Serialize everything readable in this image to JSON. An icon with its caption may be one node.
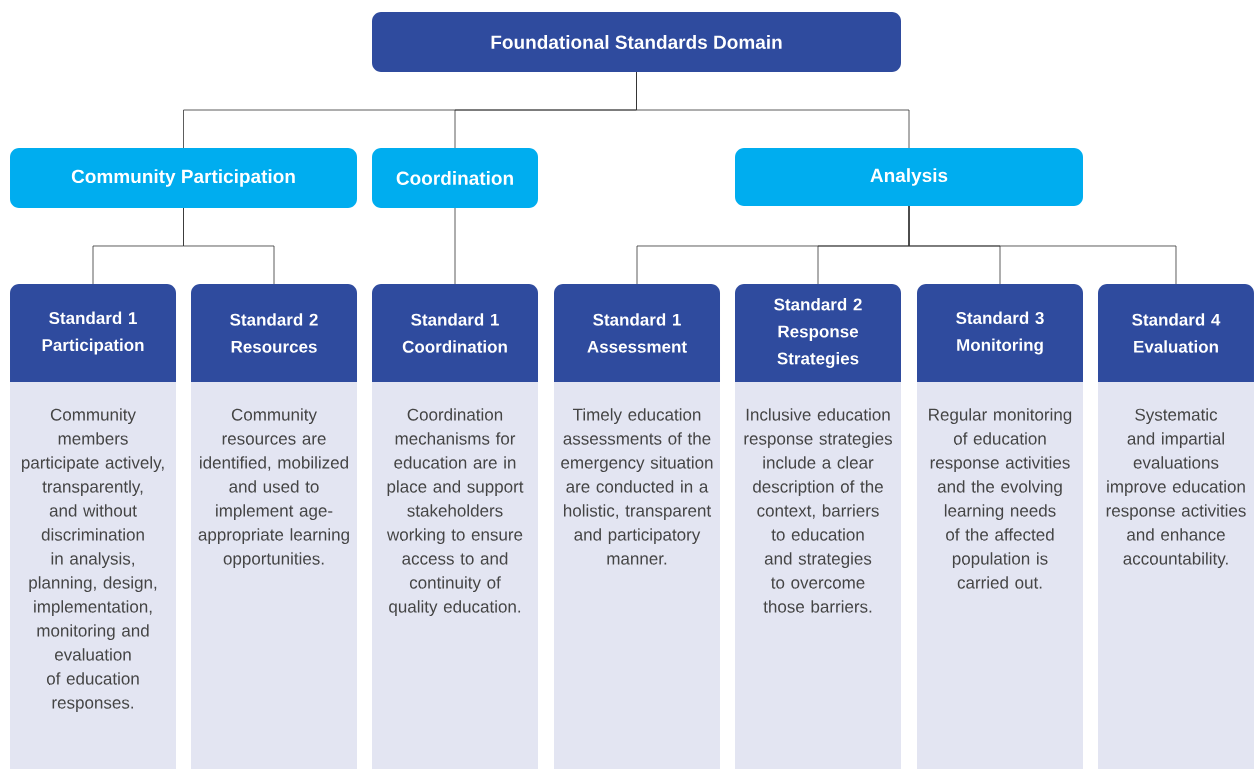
{
  "diagram": {
    "nodes": [
      {
        "text": [
          "Foundational Standards Domain"
        ]
      },
      {
        "text": [
          "Community Participation"
        ]
      },
      {
        "text": [
          "Coordination"
        ]
      },
      {
        "text": [
          "Analysis"
        ]
      },
      {
        "text": [
          "Standard 1 Participation",
          "Community members participate actively, transparently, and without discrimination in analysis, planning, design, implementation, monitoring and evaluation of education responses."
        ]
      },
      {
        "text": [
          "Standard 2 Resources",
          "Community resources are identified, mobilized and used to implement age-appropriate learning opportunities."
        ]
      },
      {
        "text": [
          "Standard 1 Coordination",
          "Coordination mechanisms for education are in place and support stakeholders working to ensure access to and continuity of quality education."
        ]
      },
      {
        "text": [
          "Standard 1 Assessment",
          "Timely education assessments of the emergency situation are conducted in a holistic, transparent and participatory manner."
        ]
      },
      {
        "text": [
          "Standard 2 Response Strategies",
          "Inclusive education response strategies include a clear description of the context, barriers to education and strategies to overcome those barriers."
        ]
      },
      {
        "text": [
          "Standard 3 Monitoring",
          "Regular monitoring of education response activities and the evolving learning needs of the affected population is carried out."
        ]
      },
      {
        "text": [
          "Standard 4 Evaluation",
          "Systematic and impartial evaluations improve education response activities and enhance accountability."
        ]
      }
    ],
    "edges": [
      {
        "from": 0,
        "to": 1,
        "arrow": "none"
      },
      {
        "from": 0,
        "to": 2,
        "arrow": "none"
      },
      {
        "from": 0,
        "to": 3,
        "arrow": "none"
      },
      {
        "from": 1,
        "to": 4,
        "arrow": "none"
      },
      {
        "from": 1,
        "to": 5,
        "arrow": "none"
      },
      {
        "from": 2,
        "to": 6,
        "arrow": "none"
      },
      {
        "from": 3,
        "to": 7,
        "arrow": "none"
      },
      {
        "from": 3,
        "to": 8,
        "arrow": "none"
      },
      {
        "from": 3,
        "to": 9,
        "arrow": "none"
      },
      {
        "from": 3,
        "to": 10,
        "arrow": "none"
      }
    ]
  }
}
